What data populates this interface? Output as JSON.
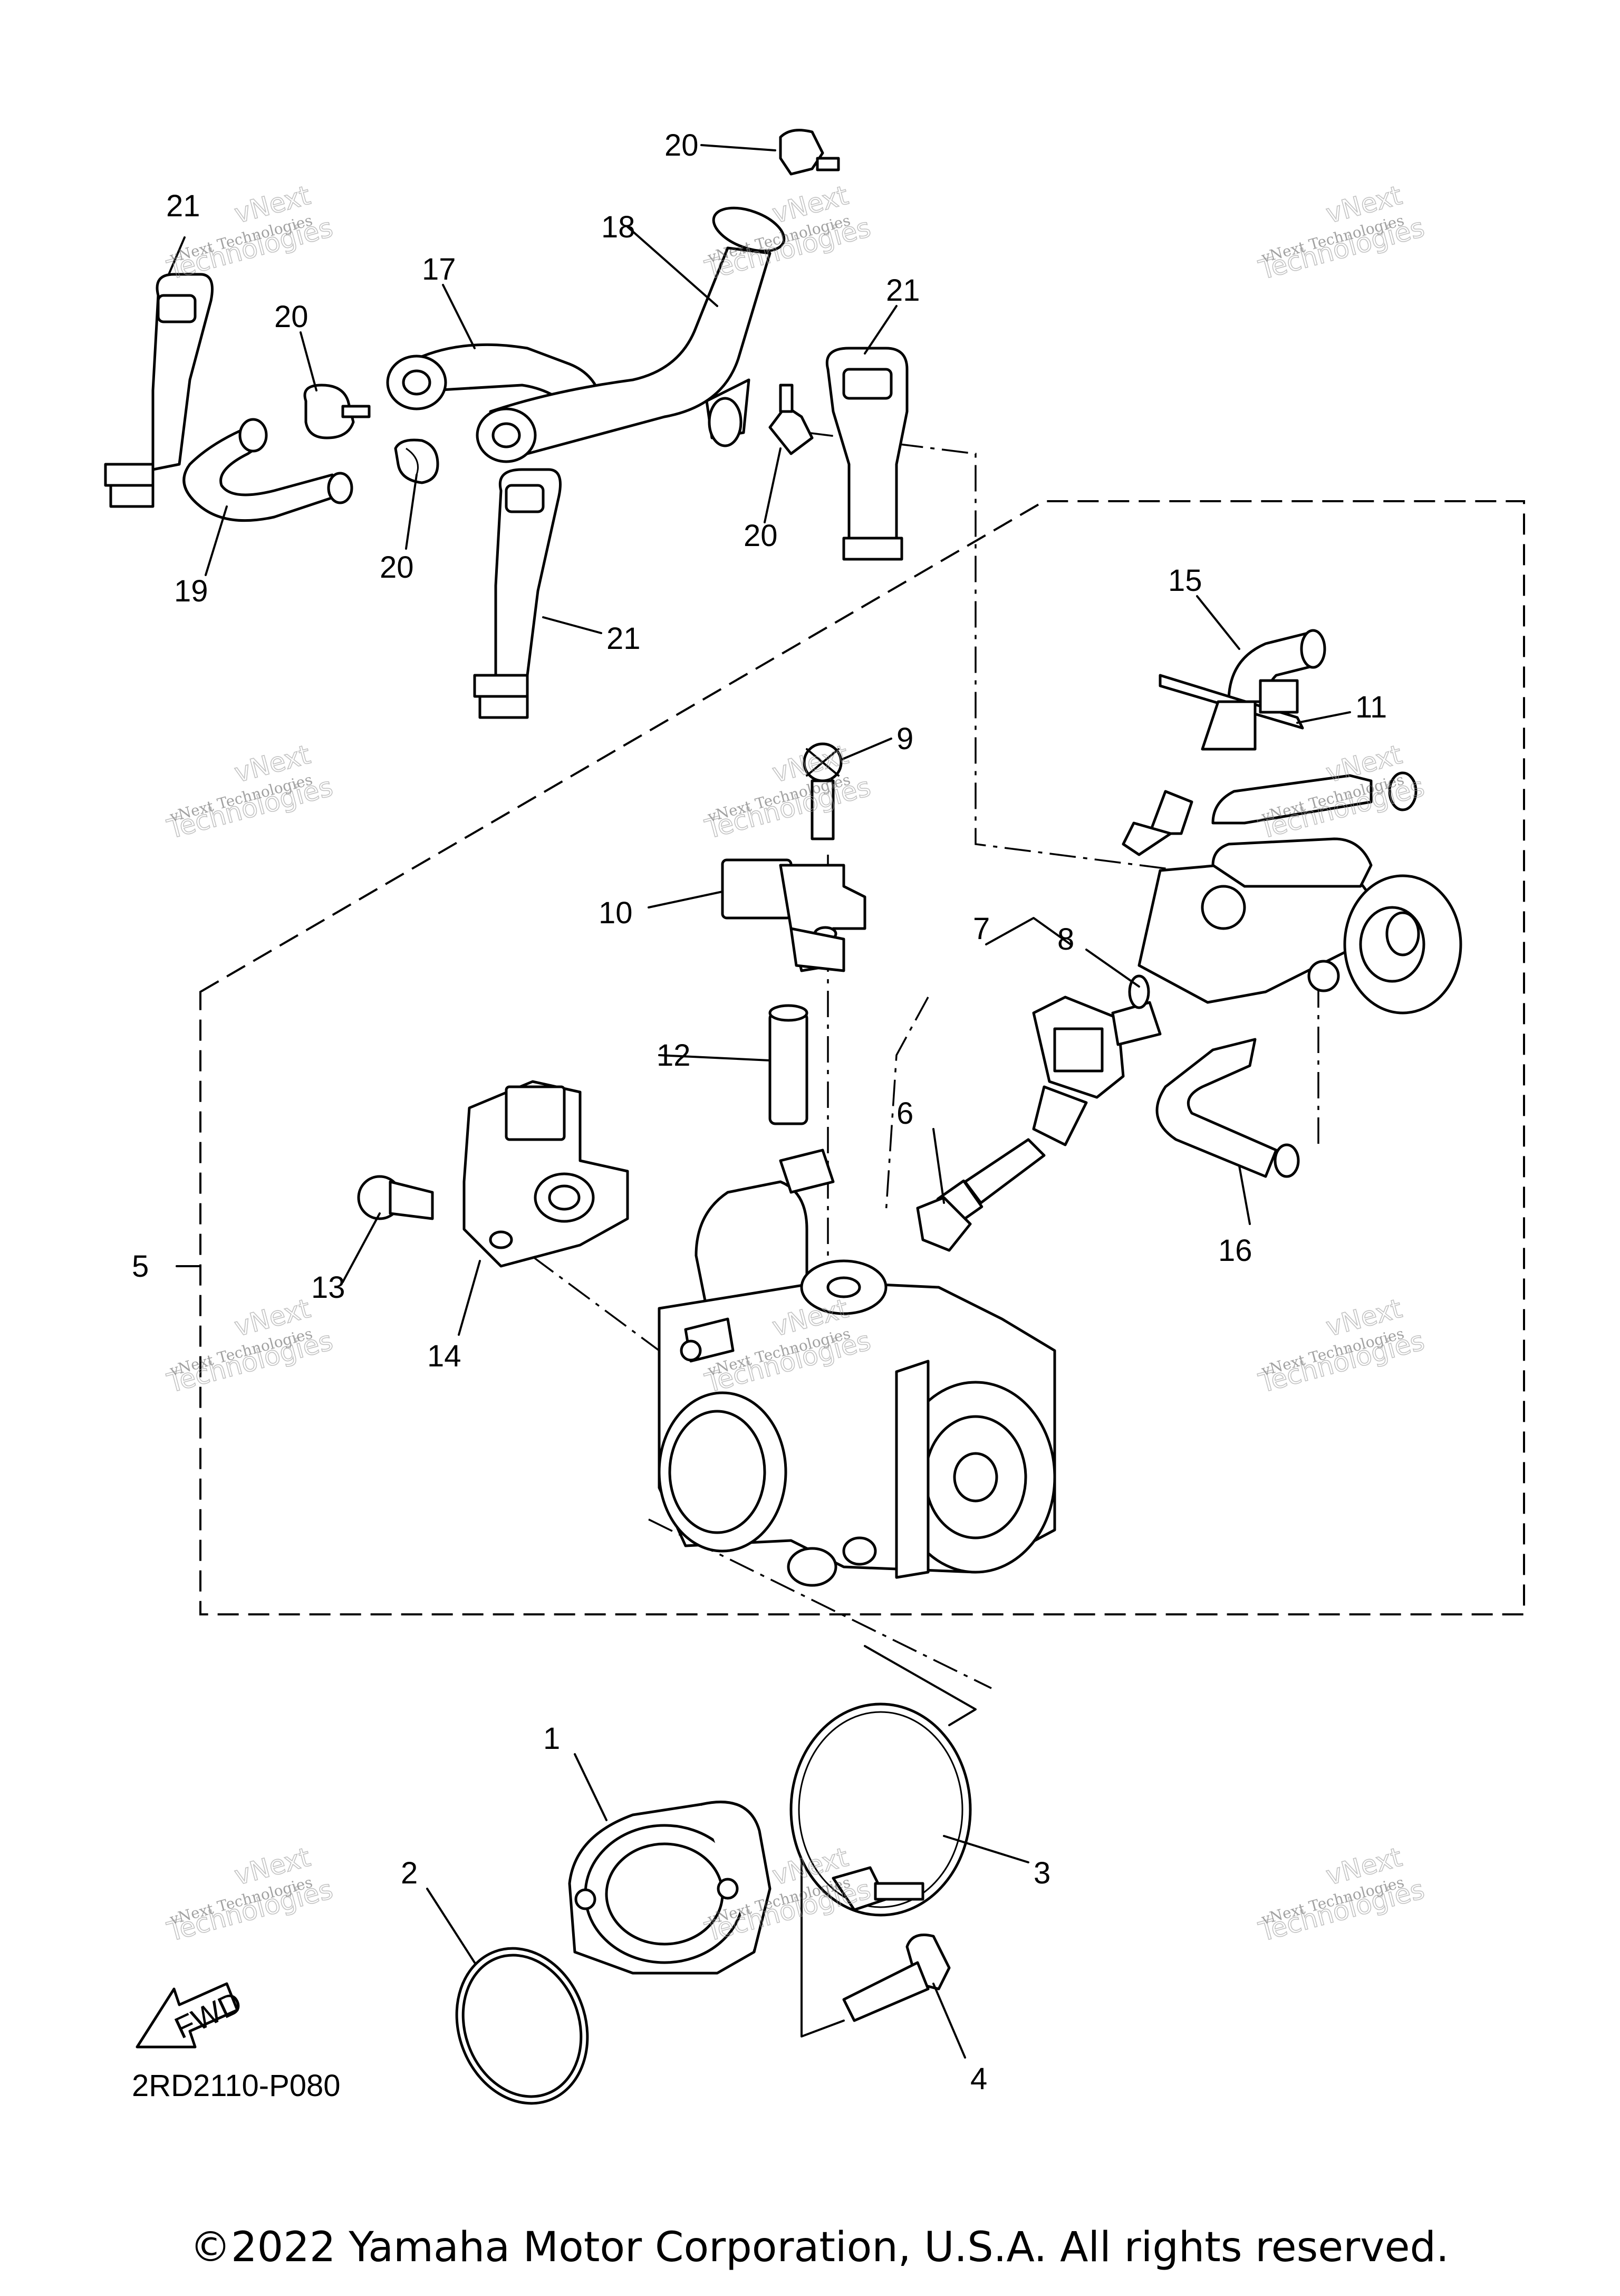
{
  "callouts": [
    "1",
    "2",
    "3",
    "4",
    "5",
    "6",
    "7",
    "8",
    "9",
    "10",
    "11",
    "12",
    "13",
    "14",
    "15",
    "16",
    "17",
    "18",
    "19",
    "20",
    "21"
  ],
  "fwd_label": "FWD",
  "diagram_code": "2RD2110-P080",
  "copyright": "©2022 Yamaha Motor Corporation, U.S.A. All rights reserved.",
  "watermark": {
    "line1": "vNext Technologies",
    "line2": "Technologies",
    "line3": "vNext"
  }
}
